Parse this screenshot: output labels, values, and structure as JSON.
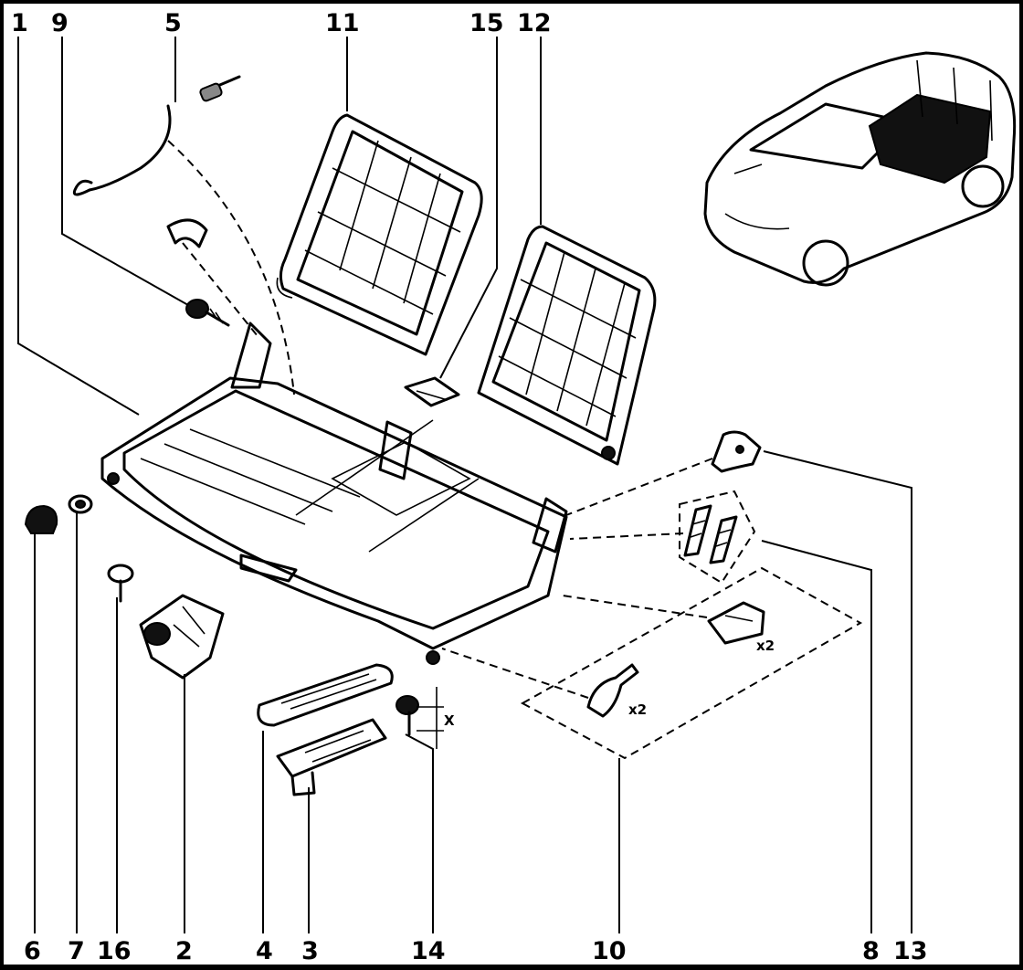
{
  "labels": {
    "top": [
      "1",
      "9",
      "5",
      "11",
      "15",
      "12"
    ],
    "bottom": [
      "6",
      "7",
      "16",
      "2",
      "4",
      "3",
      "14",
      "10",
      "8",
      "13"
    ]
  },
  "annotations": {
    "qty_clip": "x2",
    "qty_hinge": "x2",
    "dim": "X"
  },
  "icons": [
    "car-icon"
  ]
}
